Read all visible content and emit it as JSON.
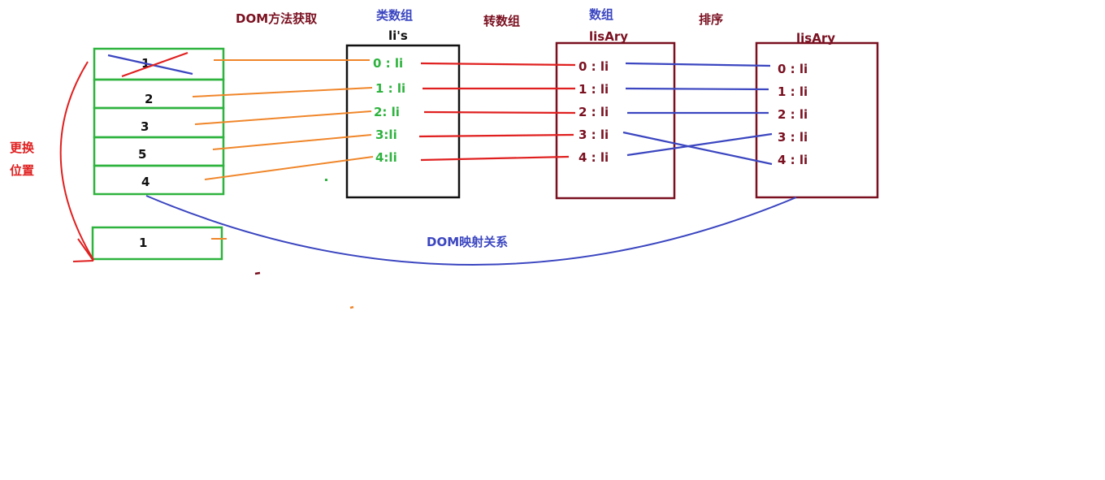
{
  "labels": {
    "dom_method": "DOM方法获取",
    "array_like": "类数组",
    "lis_var": "li's",
    "to_array": "转数组",
    "array": "数组",
    "lisary_1": "lisAry",
    "sort": "排序",
    "lisary_2": "lisAry",
    "swap": [
      "更换",
      "位置"
    ],
    "dom_mapping": "DOM映射关系"
  },
  "dom_list": [
    "1",
    "2",
    "3",
    "5",
    "4"
  ],
  "moved_item": "1",
  "lis_items": [
    "0 : li",
    "1 : li",
    "2: li",
    "3:li",
    "4:li"
  ],
  "array_items": [
    "0 :  li",
    "1 : li",
    "2 : li",
    "3 : li",
    "4 : li"
  ],
  "sorted_items": [
    "0 : li",
    "1 : li",
    "2 : li",
    "3 : li",
    "4 : li"
  ],
  "colors": {
    "green": "#2eb33e",
    "orange": "#f0862a",
    "red": "#e02020",
    "blue": "#3b46c0",
    "dark_red": "#7a1020",
    "black": "#111111",
    "label_blue": "#3b46c0"
  }
}
